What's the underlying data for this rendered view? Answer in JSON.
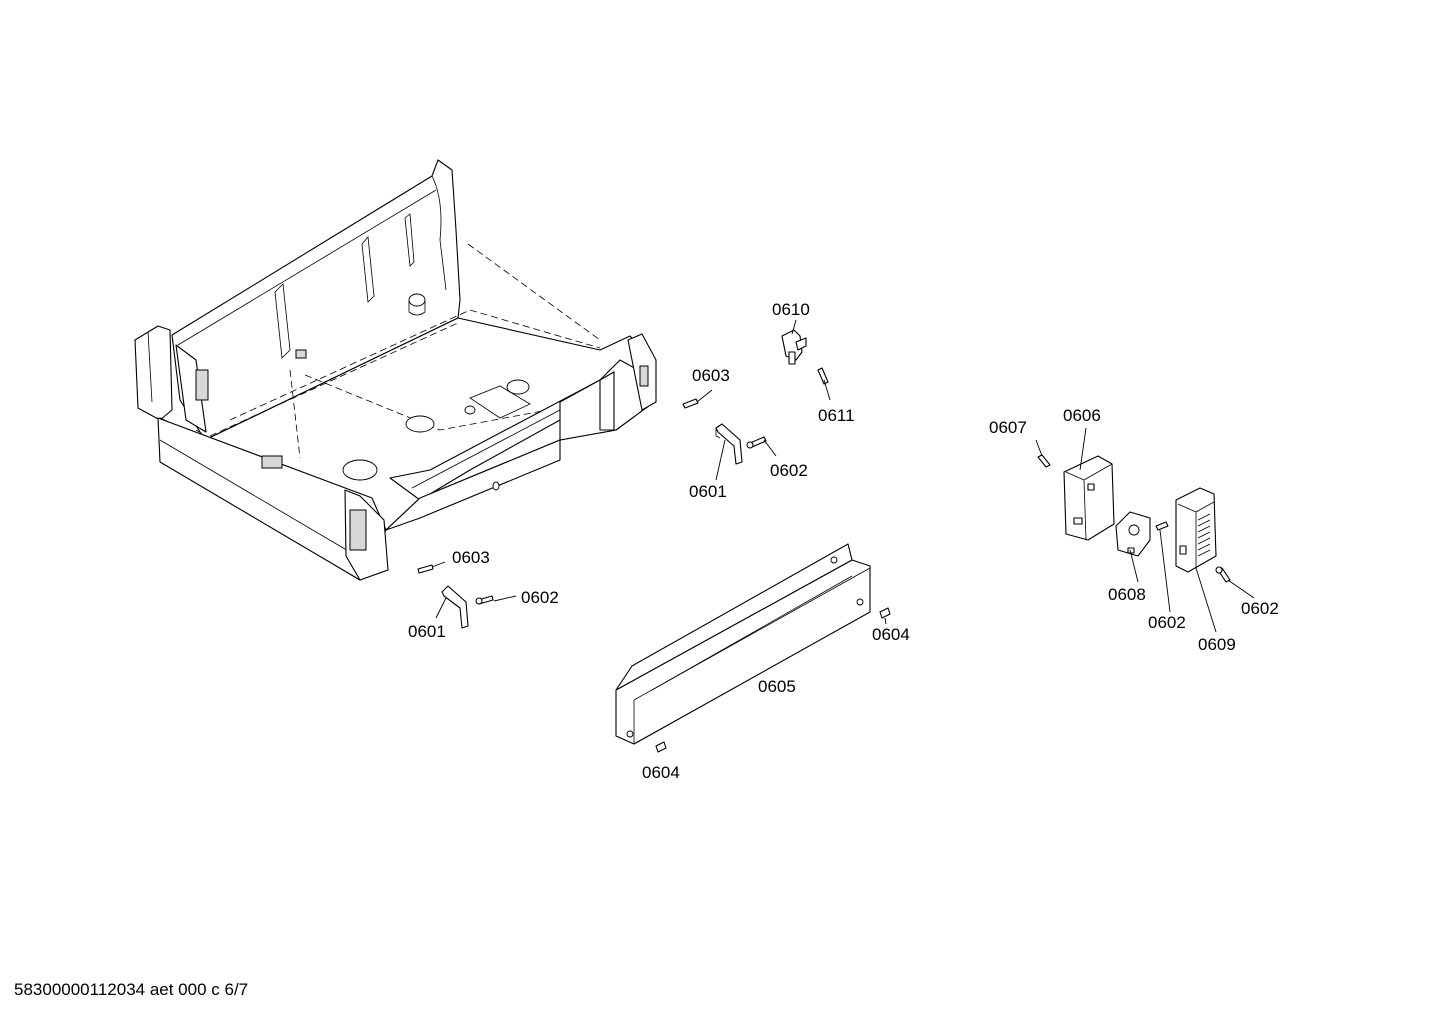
{
  "callouts": {
    "c0603_top": "0603",
    "c0601_top": "0601",
    "c0602_top": "0602",
    "c0610": "0610",
    "c0611": "0611",
    "c0603_left": "0603",
    "c0602_left": "0602",
    "c0601_left": "0601",
    "c0605": "0605",
    "c0604_right": "0604",
    "c0604_bottom": "0604",
    "c0607": "0607",
    "c0606": "0606",
    "c0608": "0608",
    "c0602_mid": "0602",
    "c0609": "0609",
    "c0602_right": "0602"
  },
  "footer": {
    "document_id": "58300000112034 aet 000 c 6/7"
  }
}
